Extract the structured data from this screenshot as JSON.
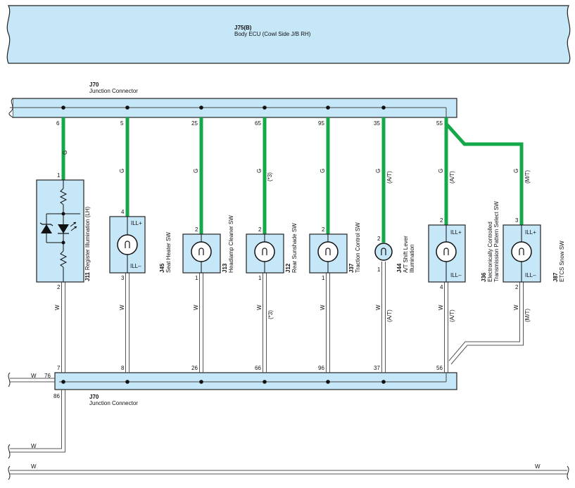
{
  "ecu": {
    "code": "J75(B)",
    "name": "Body ECU (Cowl Side J/B RH)"
  },
  "junction_top": {
    "code": "J70",
    "name": "Junction Connector"
  },
  "junction_bottom": {
    "code": "J70",
    "name": "Junction Connector"
  },
  "colors": {
    "green_wire": "#14a84b",
    "component_fill": "#c6e7f8",
    "outline": "#222222"
  },
  "circuits": [
    {
      "top_pin": "6",
      "wire": "G",
      "option": "",
      "comp_top_pin": "1",
      "comp_bot_pin": "2",
      "bottom_pin": "7",
      "bottom_wire": "W",
      "code": "J11",
      "name": "Register Illumination (LH)",
      "ill_plus": "",
      "ill_minus": ""
    },
    {
      "top_pin": "5",
      "wire": "G",
      "option": "",
      "comp_top_pin": "4",
      "comp_bot_pin": "3",
      "bottom_pin": "8",
      "bottom_wire": "W",
      "code": "J45",
      "name": "Seat Heater SW",
      "ill_plus": "ILL+",
      "ill_minus": "ILL–"
    },
    {
      "top_pin": "25",
      "wire": "G",
      "option": "",
      "comp_top_pin": "2",
      "comp_bot_pin": "1",
      "bottom_pin": "26",
      "bottom_wire": "W",
      "code": "J13",
      "name": "Headlamp Cleaner SW",
      "ill_plus": "",
      "ill_minus": ""
    },
    {
      "top_pin": "65",
      "wire": "G",
      "option": "(*3)",
      "comp_top_pin": "2",
      "comp_bot_pin": "1",
      "bottom_pin": "66",
      "bottom_wire": "W",
      "bottom_option": "(*3)",
      "code": "J12",
      "name": "Rear Sunshade SW",
      "ill_plus": "",
      "ill_minus": ""
    },
    {
      "top_pin": "95",
      "wire": "G",
      "option": "",
      "comp_top_pin": "2",
      "comp_bot_pin": "1",
      "bottom_pin": "96",
      "bottom_wire": "W",
      "code": "J37",
      "name": "Traction Control SW",
      "ill_plus": "",
      "ill_minus": ""
    },
    {
      "top_pin": "35",
      "wire": "G",
      "option": "(A/T)",
      "comp_top_pin": "2",
      "comp_bot_pin": "1",
      "bottom_pin": "37",
      "bottom_wire": "W",
      "bottom_option": "(A/T)",
      "code": "J44",
      "name": "A/T Shift Lever",
      "name2": "Illumination",
      "ill_plus": "",
      "ill_minus": ""
    },
    {
      "top_pin": "55",
      "wire": "G",
      "option": "(A/T)",
      "comp_top_pin": "2",
      "comp_bot_pin": "4",
      "bottom_pin": "56",
      "bottom_wire": "W",
      "bottom_option": "(A/T)",
      "code": "J36",
      "name": "Electronically Controlled",
      "name2": "Transmission Pattern Select SW",
      "ill_plus": "ILL+",
      "ill_minus": "ILL–"
    },
    {
      "top_pin": "",
      "wire": "G",
      "option": "(M/T)",
      "comp_top_pin": "3",
      "comp_bot_pin": "2",
      "bottom_pin": "",
      "bottom_wire": "W",
      "bottom_option": "(M/T)",
      "code": "J87",
      "name": "ETCS Snow SW",
      "ill_plus": "ILL+",
      "ill_minus": "ILL–"
    }
  ],
  "left_wires": [
    {
      "wire": "W",
      "pin": "76"
    },
    {
      "wire": "W",
      "pin": "86"
    }
  ],
  "bottom_wire": {
    "left": "W",
    "right": "W"
  }
}
